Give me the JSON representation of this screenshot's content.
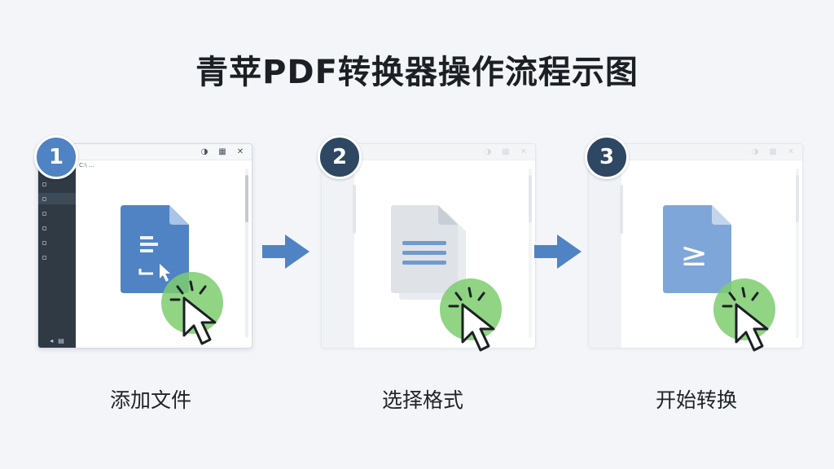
{
  "title": "青苹PDF转换器操作流程示图",
  "colors": {
    "badge_active": "#4f83c4",
    "badge_inactive": "#2e4762",
    "file_blue": "#4f83c4",
    "file_gray": "#dfe3e8",
    "file_light_blue": "#7ea6d8",
    "click_green": "#7dcc6e",
    "arrow_blue": "#4f83c4"
  },
  "steps": [
    {
      "number": "1",
      "label": "添加文件",
      "file_icon": "add-file-icon",
      "address_text": "C:\\ ...",
      "sidebar_items": [
        "",
        "",
        "",
        "",
        "",
        "",
        ""
      ],
      "window_controls": [
        "◑",
        "▦",
        "✕"
      ]
    },
    {
      "number": "2",
      "label": "选择格式",
      "file_icon": "document-format-icon"
    },
    {
      "number": "3",
      "label": "开始转换",
      "file_icon": "convert-file-icon",
      "file_symbol": "≥"
    }
  ],
  "arrows": [
    "right-arrow-icon",
    "right-arrow-icon"
  ]
}
